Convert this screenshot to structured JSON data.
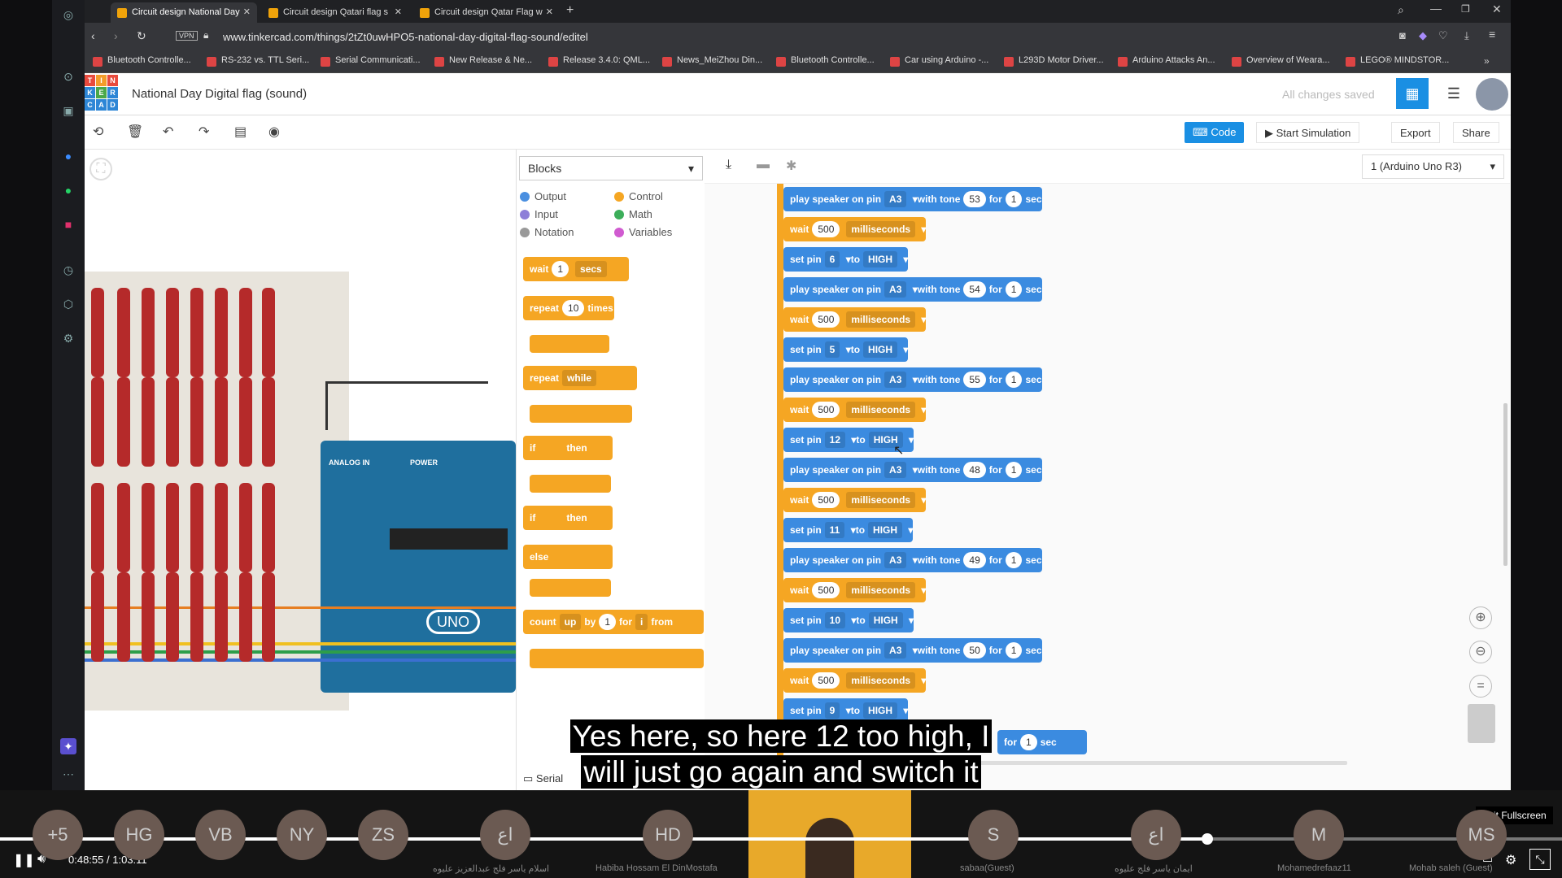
{
  "browser": {
    "tabs": [
      "Circuit design National Day",
      "Circuit design Qatari flag s",
      "Circuit design Qatar Flag w"
    ],
    "url": "www.tinkercad.com/things/2tZt0uwHPO5-national-day-digital-flag-sound/editel",
    "bookmarks": [
      "Bluetooth Controlle...",
      "RS-232 vs. TTL Seri...",
      "Serial Communicati...",
      "New Release & Ne...",
      "Release 3.4.0: QML...",
      "News_MeiZhou Din...",
      "Bluetooth Controlle...",
      "Car using Arduino -...",
      "L293D Motor Driver...",
      "Arduino Attacks An...",
      "Overview of Weara...",
      "LEGO® MINDSTOR..."
    ]
  },
  "app": {
    "logo_letters": [
      "T",
      "I",
      "N",
      "K",
      "E",
      "R",
      "C",
      "A",
      "D"
    ],
    "title": "National Day Digital flag (sound)",
    "save_status": "All changes saved",
    "code_label": "Code",
    "sim_label": "Start Simulation",
    "export_label": "Export",
    "share_label": "Share",
    "blocks_select": "Blocks",
    "board_select": "1 (Arduino Uno R3)",
    "serial_label": "Serial",
    "accent": "#1a8fe3"
  },
  "palette": {
    "categories": [
      {
        "name": "Output",
        "color": "#4a8fe0"
      },
      {
        "name": "Control",
        "color": "#f5a623"
      },
      {
        "name": "Input",
        "color": "#8e7fd8"
      },
      {
        "name": "Math",
        "color": "#3cae5a"
      },
      {
        "name": "Notation",
        "color": "#999999"
      },
      {
        "name": "Variables",
        "color": "#d05bd0"
      }
    ],
    "wait": {
      "label": "wait",
      "value": "1",
      "unit": "secs"
    },
    "repeat": {
      "label": "repeat",
      "value": "10",
      "unit": "times"
    },
    "repeat_while": {
      "label": "repeat",
      "mode": "while"
    },
    "if_then": {
      "if": "if",
      "then": "then"
    },
    "if_else": {
      "if": "if",
      "then": "then",
      "else": "else"
    },
    "count": {
      "label": "count",
      "dir": "up",
      "by": "by",
      "step": "1",
      "for": "for",
      "var": "i",
      "from": "from"
    }
  },
  "code_blocks": [
    {
      "type": "tone",
      "label": "play speaker on pin",
      "pin": "A3",
      "with": "with tone",
      "tone": "53",
      "for": "for",
      "dur": "1",
      "unit": "sec"
    },
    {
      "type": "wait",
      "label": "wait",
      "value": "500",
      "unit": "milliseconds"
    },
    {
      "type": "set",
      "label": "set pin",
      "pin": "6",
      "to": "to",
      "level": "HIGH"
    },
    {
      "type": "tone",
      "label": "play speaker on pin",
      "pin": "A3",
      "with": "with tone",
      "tone": "54",
      "for": "for",
      "dur": "1",
      "unit": "sec"
    },
    {
      "type": "wait",
      "label": "wait",
      "value": "500",
      "unit": "milliseconds"
    },
    {
      "type": "set",
      "label": "set pin",
      "pin": "5",
      "to": "to",
      "level": "HIGH"
    },
    {
      "type": "tone",
      "label": "play speaker on pin",
      "pin": "A3",
      "with": "with tone",
      "tone": "55",
      "for": "for",
      "dur": "1",
      "unit": "sec"
    },
    {
      "type": "wait",
      "label": "wait",
      "value": "500",
      "unit": "milliseconds"
    },
    {
      "type": "set",
      "label": "set pin",
      "pin": "12",
      "to": "to",
      "level": "HIGH"
    },
    {
      "type": "tone",
      "label": "play speaker on pin",
      "pin": "A3",
      "with": "with tone",
      "tone": "48",
      "for": "for",
      "dur": "1",
      "unit": "sec"
    },
    {
      "type": "wait",
      "label": "wait",
      "value": "500",
      "unit": "milliseconds"
    },
    {
      "type": "set",
      "label": "set pin",
      "pin": "11",
      "to": "to",
      "level": "HIGH"
    },
    {
      "type": "tone",
      "label": "play speaker on pin",
      "pin": "A3",
      "with": "with tone",
      "tone": "49",
      "for": "for",
      "dur": "1",
      "unit": "sec"
    },
    {
      "type": "wait",
      "label": "wait",
      "value": "500",
      "unit": "milliseconds"
    },
    {
      "type": "set",
      "label": "set pin",
      "pin": "10",
      "to": "to",
      "level": "HIGH"
    },
    {
      "type": "tone",
      "label": "play speaker on pin",
      "pin": "A3",
      "with": "with tone",
      "tone": "50",
      "for": "for",
      "dur": "1",
      "unit": "sec"
    },
    {
      "type": "wait",
      "label": "wait",
      "value": "500",
      "unit": "milliseconds"
    },
    {
      "type": "set",
      "label": "set pin",
      "pin": "9",
      "to": "to",
      "level": "HIGH"
    }
  ],
  "last_partial": {
    "for": "for",
    "dur": "1",
    "unit": "sec"
  },
  "board": {
    "analog": "ANALOG IN",
    "power": "POWER",
    "uno": "UNO"
  },
  "subtitle": [
    "Yes here, so here 12 too high, I",
    "will just go again and switch it"
  ],
  "meeting": {
    "avatars": [
      "+5",
      "HG",
      "VB",
      "NY",
      "ZS",
      "اع",
      "HD",
      "S",
      "اع",
      "M",
      "MS"
    ],
    "names": [
      "اسلام ياسر فلج عبدالعزيز عليوه",
      "Habiba Hossam El DinMostafa",
      "sabaa(Guest)",
      "ايمان ياسر فلج عليوه",
      "Mohamedrefaaz11",
      "Mohab saleh (Guest)"
    ],
    "exit_fullscreen": "Exit Fullscreen"
  },
  "video": {
    "current": "0:48:55",
    "sep": "/",
    "total": "1:03:11",
    "progress_fraction": 0.773
  }
}
